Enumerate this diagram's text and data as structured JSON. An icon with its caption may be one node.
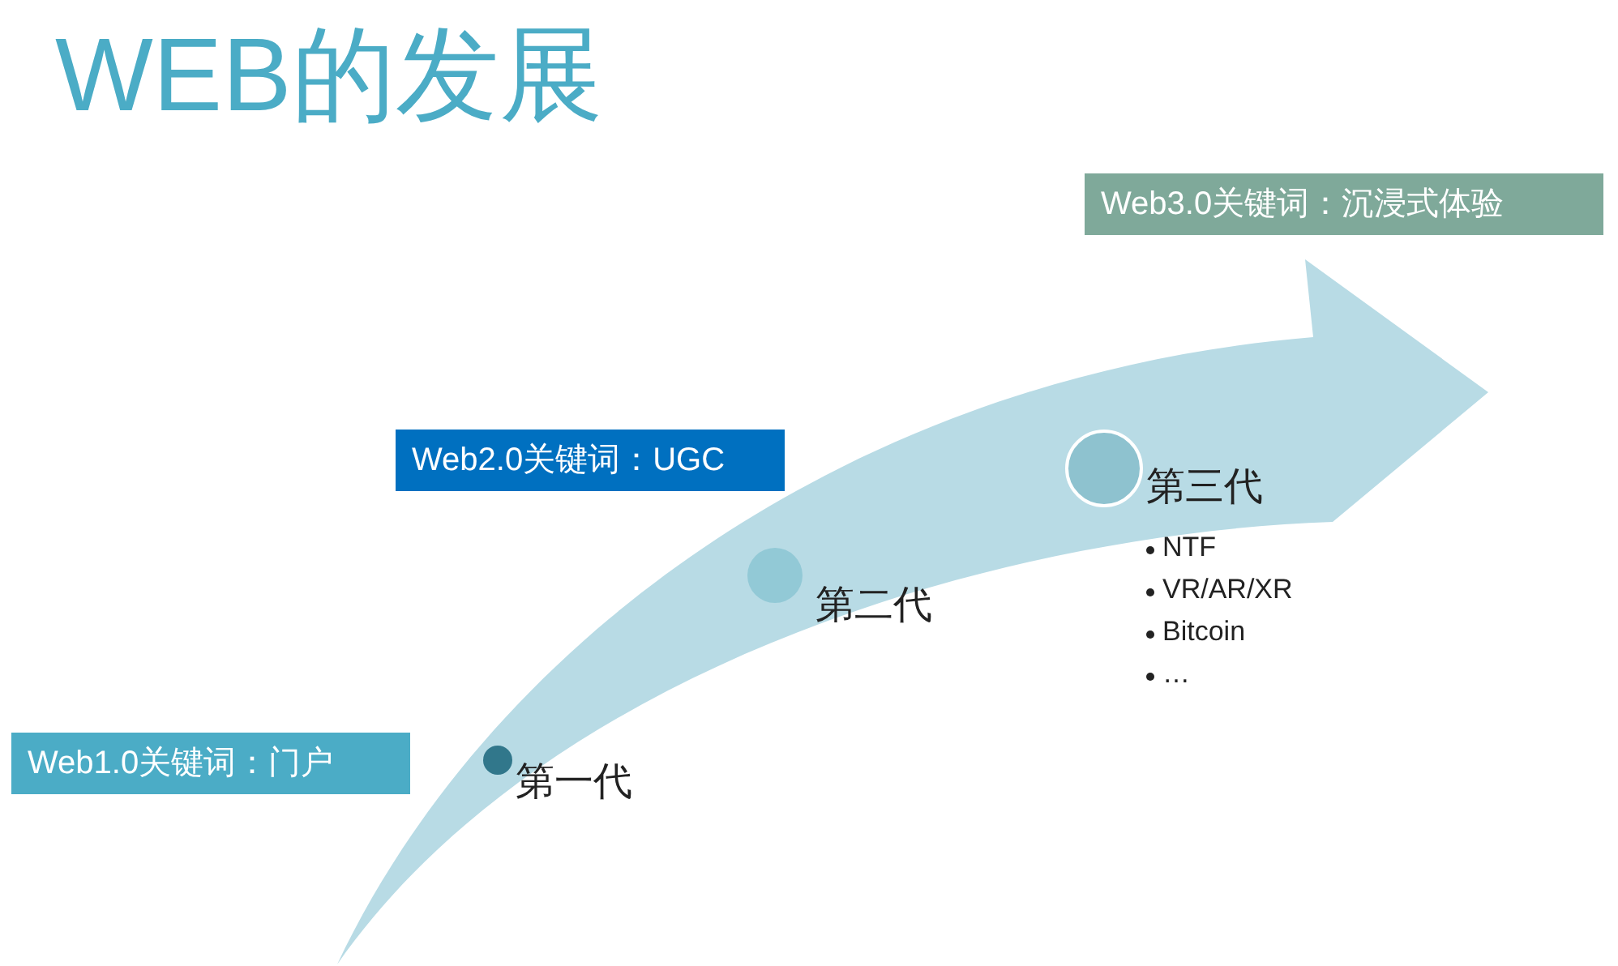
{
  "diagram": {
    "title": "WEB的发展",
    "nodes": [
      {
        "text": [
          "Web1.0关键词：门户"
        ]
      },
      {
        "text": [
          "Web2.0关键词：UGC"
        ]
      },
      {
        "text": [
          "Web3.0关键词：沉浸式体验"
        ]
      },
      {
        "text": [],
        "shape": "circle",
        "beside": [
          "第一代"
        ]
      },
      {
        "text": [],
        "shape": "circle",
        "beside": [
          "第二代"
        ]
      },
      {
        "text": [],
        "shape": "circle",
        "beside": [
          "第三代",
          "NTF",
          "VR/AR/XR",
          "Bitcoin",
          "…"
        ]
      }
    ]
  }
}
